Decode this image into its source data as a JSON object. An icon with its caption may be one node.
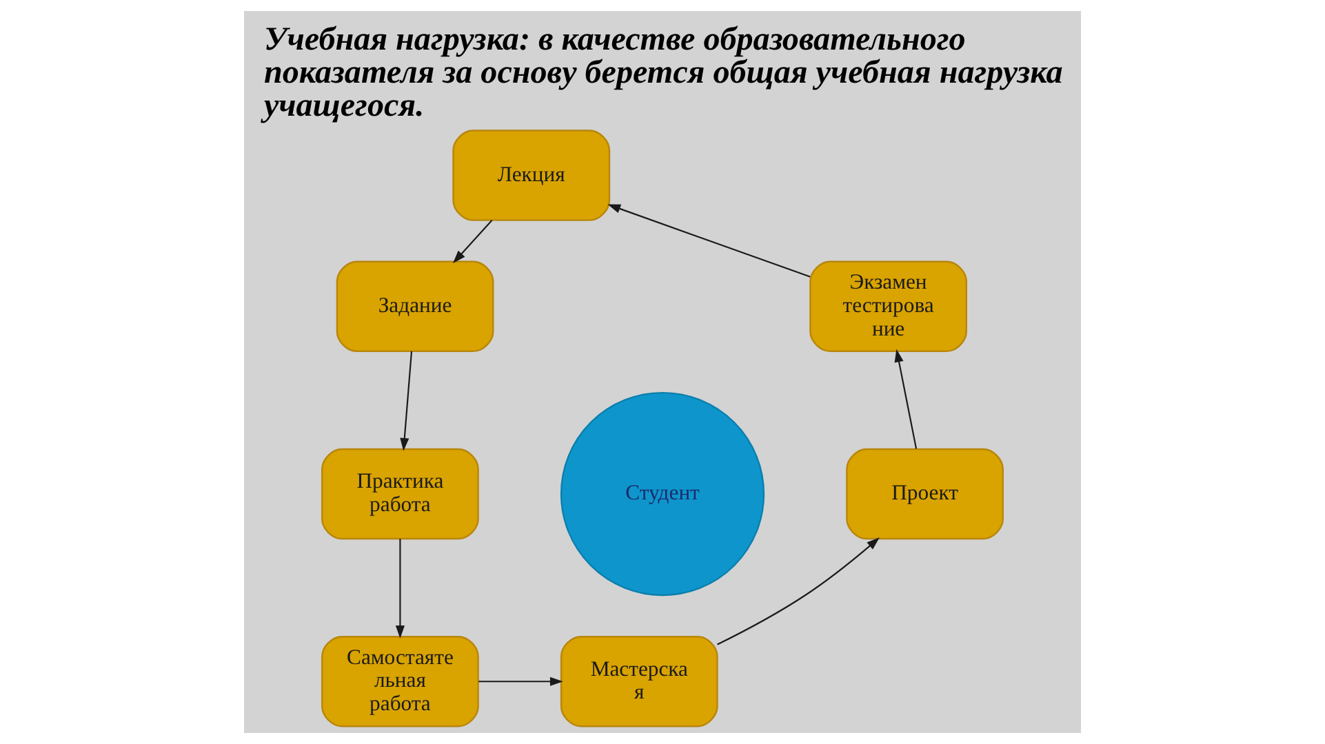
{
  "diagram": {
    "title": "Учебная нагрузка: в качестве образовательного показателя за основу берется общая учебная нагрузка учащегося.",
    "nodes": [
      {
        "text": [
          "Лекция"
        ]
      },
      {
        "text": [
          "Задание"
        ]
      },
      {
        "text": [
          "Экзамен тестирова ние"
        ]
      },
      {
        "text": [
          "Студент"
        ]
      },
      {
        "text": [
          "Практика работа"
        ]
      },
      {
        "text": [
          "Проект"
        ]
      },
      {
        "text": [
          "Самостаяте льная работа"
        ]
      },
      {
        "text": [
          "Мастерска я"
        ]
      }
    ],
    "edges": [
      {
        "from": 0,
        "to": 1,
        "arrow": "to"
      },
      {
        "from": 1,
        "to": 4,
        "arrow": "to"
      },
      {
        "from": 4,
        "to": 6,
        "arrow": "to"
      },
      {
        "from": 6,
        "to": 7,
        "arrow": "to"
      },
      {
        "from": 7,
        "to": 5,
        "arrow": "to"
      },
      {
        "from": 5,
        "to": 2,
        "arrow": "to"
      },
      {
        "from": 2,
        "to": 0,
        "arrow": "to"
      }
    ]
  }
}
